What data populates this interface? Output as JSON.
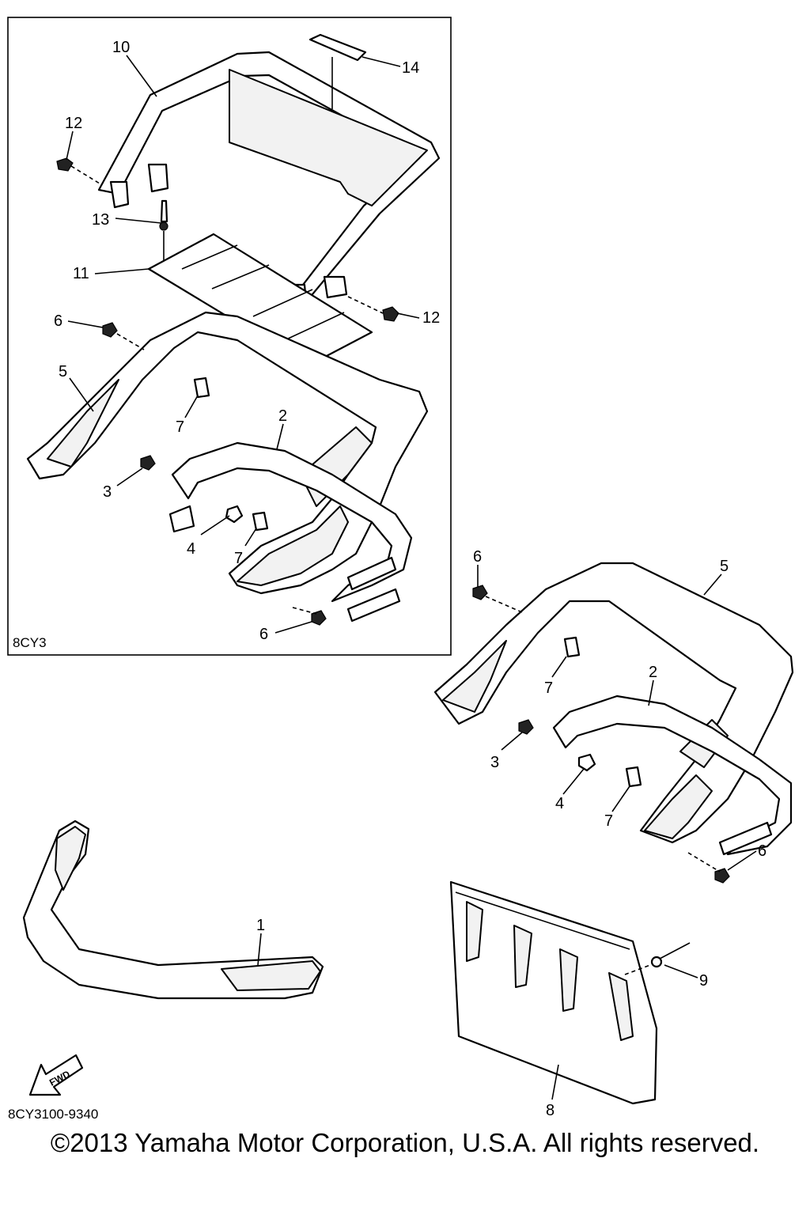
{
  "inset_code": "8CY3",
  "diagram_code": "8CY3100-9340",
  "fwd_label": "FWD",
  "copyright": "©2013 Yamaha Motor Corporation, U.S.A. All rights reserved.",
  "callouts": {
    "p10": "10",
    "p14": "14",
    "p12a": "12",
    "p13": "13",
    "p11": "11",
    "p12b": "12",
    "p6a": "6",
    "p5a": "5",
    "p7a": "7",
    "p2a": "2",
    "p3a": "3",
    "p4a": "4",
    "p7b": "7",
    "p6b": "6",
    "p6c": "6",
    "p5b": "5",
    "p7c": "7",
    "p2b": "2",
    "p3b": "3",
    "p4b": "4",
    "p7d": "7",
    "p6d": "6",
    "p1": "1",
    "p9": "9",
    "p8": "8"
  }
}
